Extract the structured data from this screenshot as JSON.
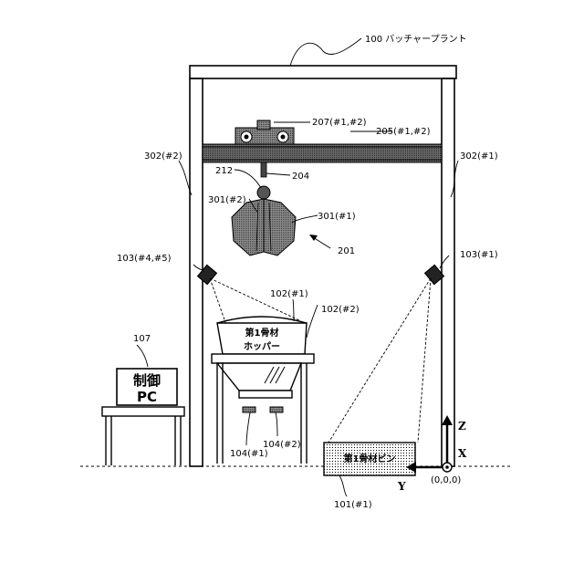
{
  "labels": {
    "plant": "100 バッチャープラント",
    "trolley": "207(#1,#2)",
    "beam": "205(#1,#2)",
    "col_left": "302(#2)",
    "col_right": "302(#1)",
    "node212": "212",
    "node204": "204",
    "bucket_left": "301(#2)",
    "bucket_right": "301(#1)",
    "bucket": "201",
    "cam_left": "103(#4,#5)",
    "cam_right": "103(#1)",
    "hopper1": "102(#1)",
    "hopper2": "102(#2)",
    "pc_ref": "107",
    "gate1": "104(#1)",
    "gate2": "104(#2)",
    "bin_ref": "101(#1)"
  },
  "texts": {
    "hopper_line1": "第1骨材",
    "hopper_line2": "ホッパー",
    "pc_line1": "制御",
    "pc_line2": "PC",
    "bin": "第1骨材ビン"
  },
  "axes": {
    "z": "Z",
    "x": "X",
    "y": "Y",
    "origin": "(0,0,0)"
  }
}
